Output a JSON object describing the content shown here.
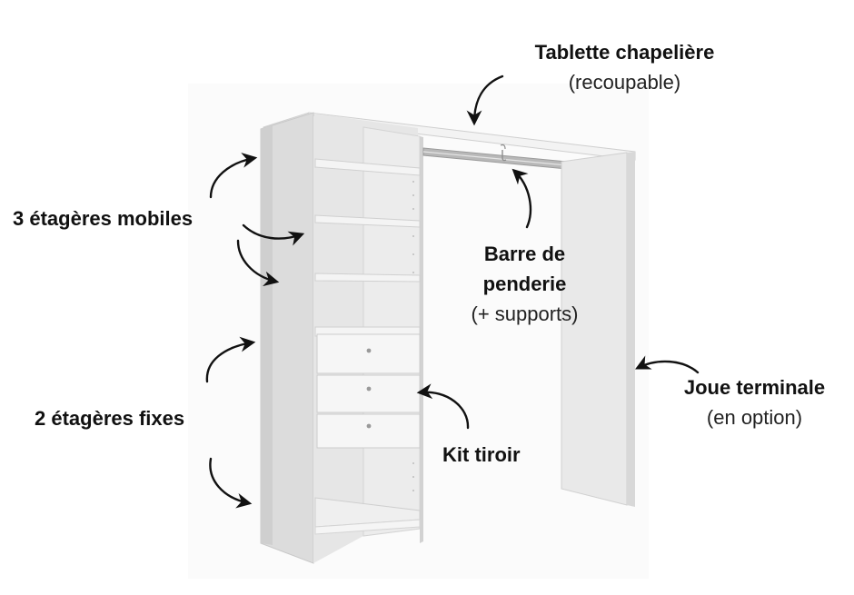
{
  "colors": {
    "panel_front": "#ececec",
    "panel_side": "#d7d7d7",
    "panel_inner": "#dedede",
    "shelf_top": "#e9e9e9",
    "shelf_edge": "#f4f4f4",
    "rail": "#a7a7a7",
    "arrow": "#111111",
    "text": "#111111"
  },
  "labels": {
    "tablette": {
      "title": "Tablette chapelière",
      "note": "(recoupable)"
    },
    "etageres_mobiles": {
      "title": "3 étagères mobiles"
    },
    "barre": {
      "title_line1": "Barre de",
      "title_line2": "penderie",
      "note": "(+ supports)"
    },
    "joue": {
      "title": "Joue terminale",
      "note": "(en option)"
    },
    "etageres_fixes": {
      "title": "2 étagères fixes"
    },
    "kit": {
      "title": "Kit tiroir"
    }
  },
  "icons": {
    "arrows": "curved-arrow-icon",
    "drawer_knob": "knob-icon"
  }
}
